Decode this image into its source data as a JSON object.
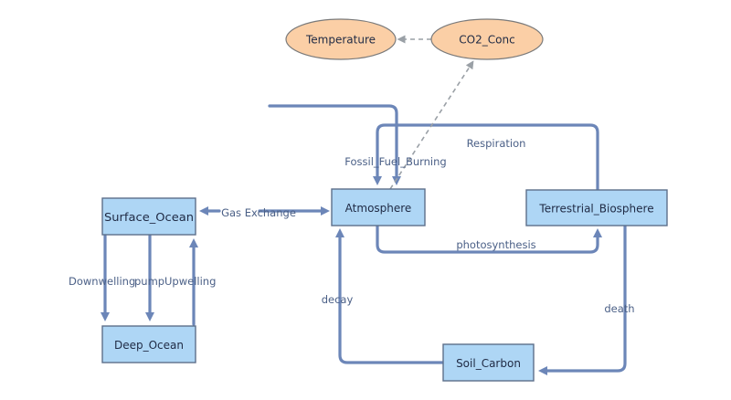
{
  "diagram": {
    "stocks": {
      "surface_ocean": "Surface_Ocean",
      "deep_ocean": "Deep_Ocean",
      "atmosphere": "Atmosphere",
      "terrestrial_biosphere": "Terrestrial_Biosphere",
      "soil_carbon": "Soil_Carbon"
    },
    "variables": {
      "temperature": "Temperature",
      "co2_conc": "CO2_Conc"
    },
    "flows": {
      "gas_exchange": "Gas Exchange",
      "downwelling": "Downwelling",
      "pump": "pump",
      "upwelling": "Upwelling",
      "fossil_fuel_burning": "Fossil_Fuel_Burning",
      "respiration": "Respiration",
      "photosynthesis": "photosynthesis",
      "decay": "decay",
      "death": "death"
    },
    "colors": {
      "stock_fill": "#aed6f5",
      "variable_fill": "#fbcfa6",
      "flow_stroke": "#6c86b8",
      "link_stroke": "#9aa0a6",
      "label_text": "#4a5f86"
    }
  }
}
